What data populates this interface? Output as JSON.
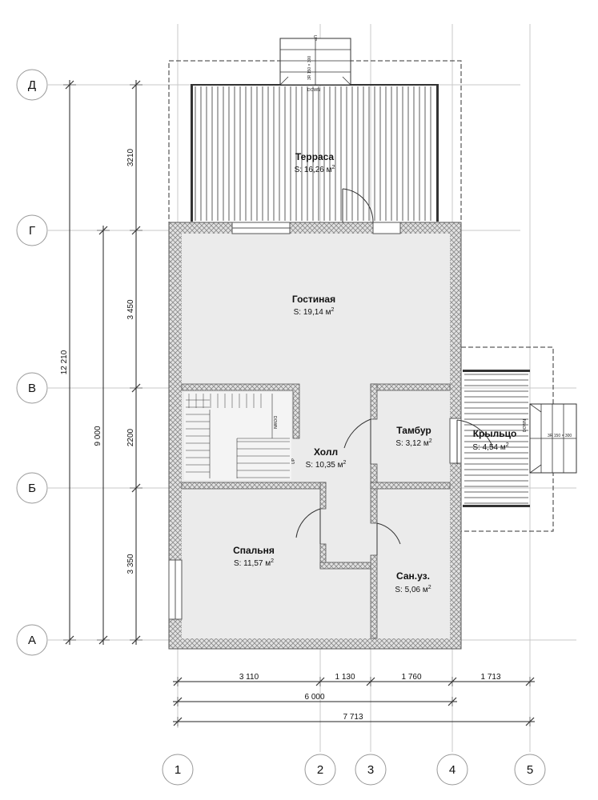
{
  "rooms": [
    {
      "id": "terrace",
      "name": "Терраса",
      "area": "S: 16,26 м",
      "sup": "2"
    },
    {
      "id": "living",
      "name": "Гостиная",
      "area": "S: 19,14 м",
      "sup": "2"
    },
    {
      "id": "hall",
      "name": "Холл",
      "area": "S: 10,35 м",
      "sup": "2"
    },
    {
      "id": "vestibule",
      "name": "Тамбур",
      "area": "S: 3,12 м",
      "sup": "2"
    },
    {
      "id": "porch",
      "name": "Крыльцо",
      "area": "S: 4,54 м",
      "sup": "2"
    },
    {
      "id": "bedroom",
      "name": "Спальня",
      "area": "S: 11,57 м",
      "sup": "2"
    },
    {
      "id": "bathroom",
      "name": "Сан.уз.",
      "area": "S: 5,06 м",
      "sup": "2"
    }
  ],
  "axes": {
    "rows": [
      "Д",
      "Г",
      "В",
      "Б",
      "А"
    ],
    "cols": [
      "1",
      "2",
      "3",
      "4",
      "5"
    ]
  },
  "dimensions": {
    "left_segments": [
      "3210",
      "3 450",
      "2200",
      "3 350"
    ],
    "left_mid": "9 000",
    "left_total": "12 210",
    "bottom_segments": [
      "3 110",
      "1 130",
      "1 760",
      "1 713"
    ],
    "bottom_mid": "6 000",
    "bottom_total": "7 713"
  },
  "stair_labels": {
    "main_stair_down": "DOWN",
    "main_stair_up": "UP",
    "terrace_steps_up": "UP",
    "terrace_steps_down": "DOWN",
    "terrace_steps_size": "3R 150 × 300",
    "porch_steps_down": "DOWN",
    "porch_steps_size": "3R 150 × 300"
  }
}
